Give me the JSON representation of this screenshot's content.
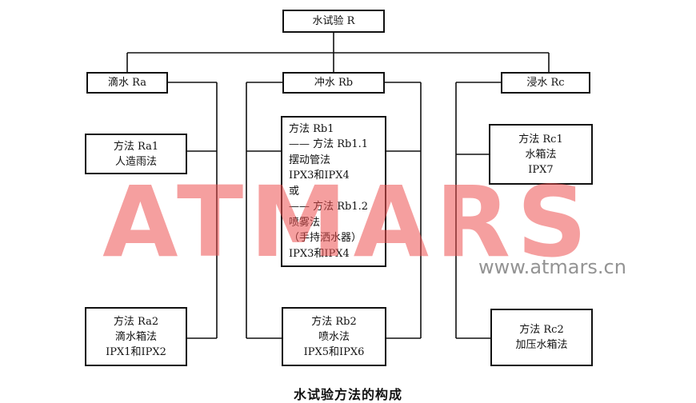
{
  "diagram": {
    "root": {
      "text": "水试验 R"
    },
    "groups": [
      {
        "label": "滴水 Ra",
        "methods": [
          {
            "lines": [
              "方法 Ra1",
              "人造雨法"
            ]
          },
          {
            "lines": [
              "方法 Ra2",
              "滴水箱法",
              "IPX1和IPX2"
            ]
          }
        ]
      },
      {
        "label": "冲水 Rb",
        "methods": [
          {
            "lines": [
              "方法 Rb1",
              "—— 方法 Rb1.1",
              "摆动管法",
              "IPX3和IPX4",
              "或",
              "—— 方法 Rb1.2",
              "喷雾法",
              "（手持洒水器）",
              "IPX3和IPX4"
            ]
          },
          {
            "lines": [
              "方法 Rb2",
              "喷水法",
              "IPX5和IPX6"
            ]
          }
        ]
      },
      {
        "label": "浸水 Rc",
        "methods": [
          {
            "lines": [
              "方法 Rc1",
              "水箱法",
              "IPX7"
            ]
          },
          {
            "lines": [
              "方法 Rc2",
              "加压水箱法"
            ]
          }
        ]
      }
    ],
    "caption": "水试验方法的构成"
  },
  "watermark": {
    "logo": "ATMARS",
    "url": "www.atmars.cn",
    "color": "#ec5050"
  }
}
